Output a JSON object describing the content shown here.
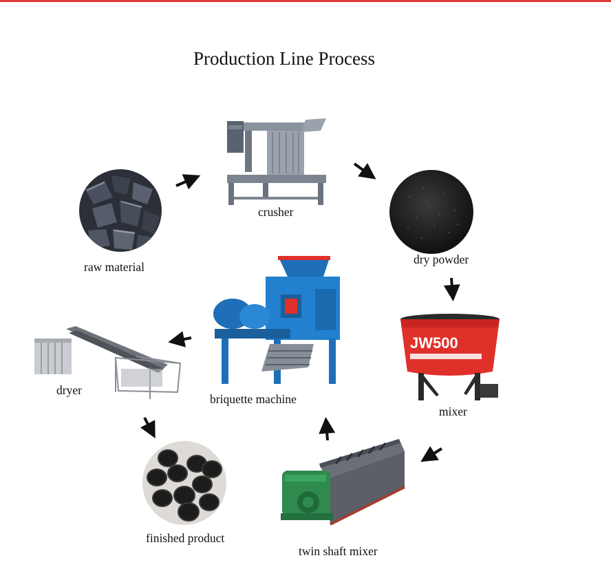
{
  "title": "Production Line Process",
  "steps": [
    {
      "id": "raw-material",
      "label": "raw material"
    },
    {
      "id": "crusher",
      "label": "crusher"
    },
    {
      "id": "dry-powder",
      "label": "dry powder"
    },
    {
      "id": "mixer",
      "label": "mixer"
    },
    {
      "id": "twin-shaft-mixer",
      "label": "twin shaft mixer"
    },
    {
      "id": "briquette-machine",
      "label": "briquette machine"
    },
    {
      "id": "dryer",
      "label": "dryer"
    },
    {
      "id": "finished-product",
      "label": "finished product"
    }
  ],
  "mixer_text": "JW500"
}
